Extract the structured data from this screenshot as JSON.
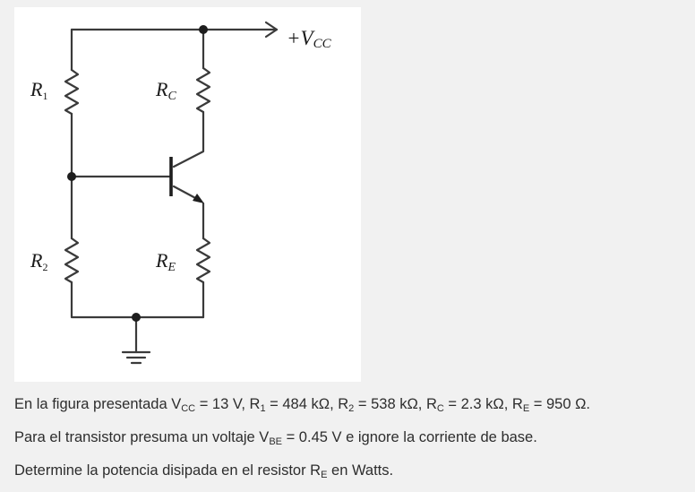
{
  "figure": {
    "vcc_label": "+V",
    "vcc_sub": "CC",
    "r1_label": "R",
    "r1_sub": "1",
    "rc_label": "R",
    "rc_sub": "C",
    "r2_label": "R",
    "r2_sub": "2",
    "re_label": "R",
    "re_sub": "E"
  },
  "problem": {
    "line1": {
      "t0": "En la figura presentada V",
      "s0": "CC",
      "t1": " = 13 V, R",
      "s1": "1",
      "t2": " = 484 kΩ, R",
      "s2": "2",
      "t3": " = 538 kΩ, R",
      "s3": "C",
      "t4": " = 2.3 kΩ, R",
      "s4": "E",
      "t5": " = 950 Ω."
    },
    "line2": {
      "t0": "Para el transistor presuma un voltaje V",
      "s0": "BE",
      "t1": " = 0.45 V e ignore la corriente de base."
    },
    "line3": {
      "t0": "Determine la potencia disipada en el resistor R",
      "s0": "E",
      "t1": " en Watts."
    }
  }
}
